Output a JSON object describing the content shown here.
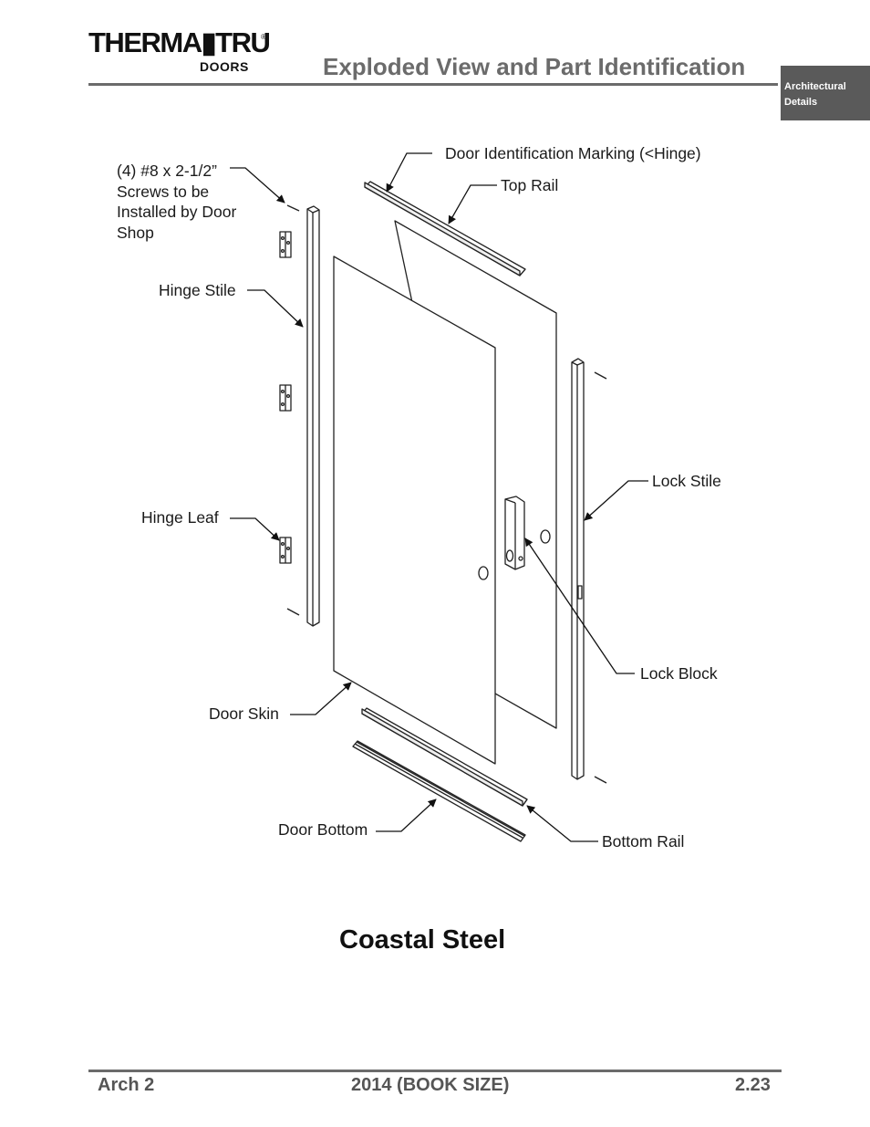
{
  "header": {
    "brand_name": "THERMA▮TRU",
    "brand_sub": "DOORS",
    "registered": "®",
    "title": "Exploded View and Part Identification",
    "section_tab": [
      "Architectural",
      "Details"
    ]
  },
  "diagram": {
    "labels": {
      "screws": [
        "(4) #8 x 2-1/2”",
        "Screws to be",
        "Installed by Door",
        "Shop"
      ],
      "door_id": "Door Identification Marking (<Hinge)",
      "top_rail": "Top Rail",
      "hinge_stile": "Hinge Stile",
      "lock_stile": "Lock Stile",
      "hinge_leaf": "Hinge Leaf",
      "lock_block": "Lock Block",
      "door_skin": "Door Skin",
      "door_bottom": "Door Bottom",
      "bottom_rail": "Bottom Rail"
    },
    "caption": "Coastal Steel"
  },
  "footer": {
    "left": "Arch 2",
    "center": "2014 (BOOK SIZE)",
    "right": "2.23"
  }
}
